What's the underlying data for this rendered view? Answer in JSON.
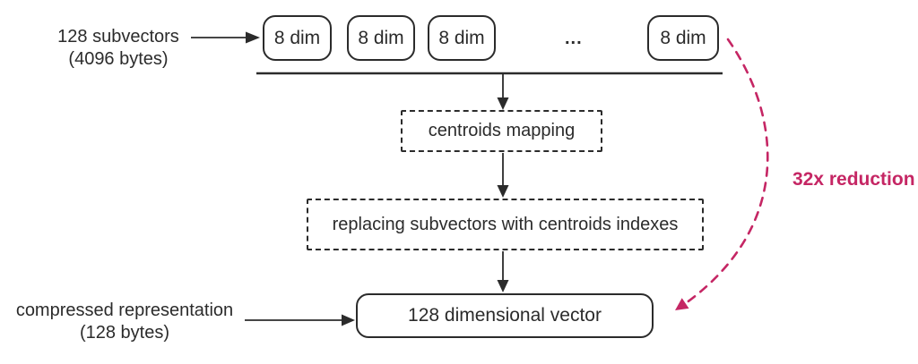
{
  "colors": {
    "background": "#ffffff",
    "stroke": "#2b2b2b",
    "accent_pink": "#c52664"
  },
  "input": {
    "line1": "128 subvectors",
    "line2": "(4096 bytes)"
  },
  "subvectors": {
    "boxes": [
      {
        "label": "8 dim"
      },
      {
        "label": "8 dim"
      },
      {
        "label": "8 dim"
      },
      {
        "label": "8 dim"
      }
    ],
    "ellipsis": "..."
  },
  "steps": {
    "centroids_mapping": "centroids mapping",
    "replacing": "replacing subvectors with centroids indexes"
  },
  "output": {
    "box_label": "128 dimensional vector",
    "line1": "compressed representation",
    "line2": "(128 bytes)"
  },
  "annotation": {
    "reduction": "32x reduction"
  }
}
